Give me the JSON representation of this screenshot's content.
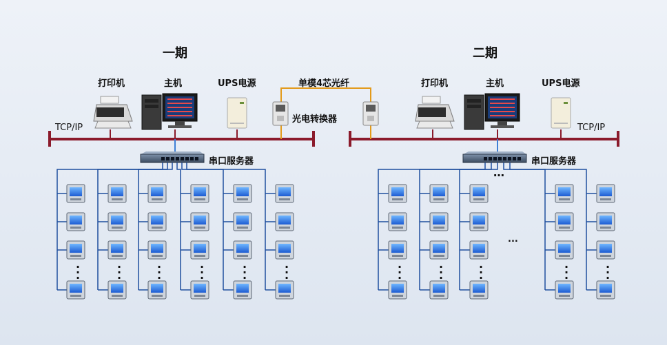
{
  "left": {
    "title": "一期",
    "printer": "打印机",
    "host": "主机",
    "ups": "UPS电源",
    "protocol": "TCP/IP",
    "converter": "光电转换器",
    "server": "串口服务器",
    "ellipsis": "·\n·\n·"
  },
  "right": {
    "title": "二期",
    "printer": "打印机",
    "host": "主机",
    "ups": "UPS电源",
    "protocol": "TCP/IP",
    "server": "串口服务器",
    "ellipsis": "·\n·\n·",
    "gap_ellipsis": "...",
    "switch_dots": "…"
  },
  "fiber": {
    "label": "单模4芯光纤"
  },
  "colors": {
    "bus": "#8b1a2b",
    "rs485": "#1f4f9e",
    "fiber": "#e39a1a",
    "ethernet": "#3e7fd6"
  }
}
